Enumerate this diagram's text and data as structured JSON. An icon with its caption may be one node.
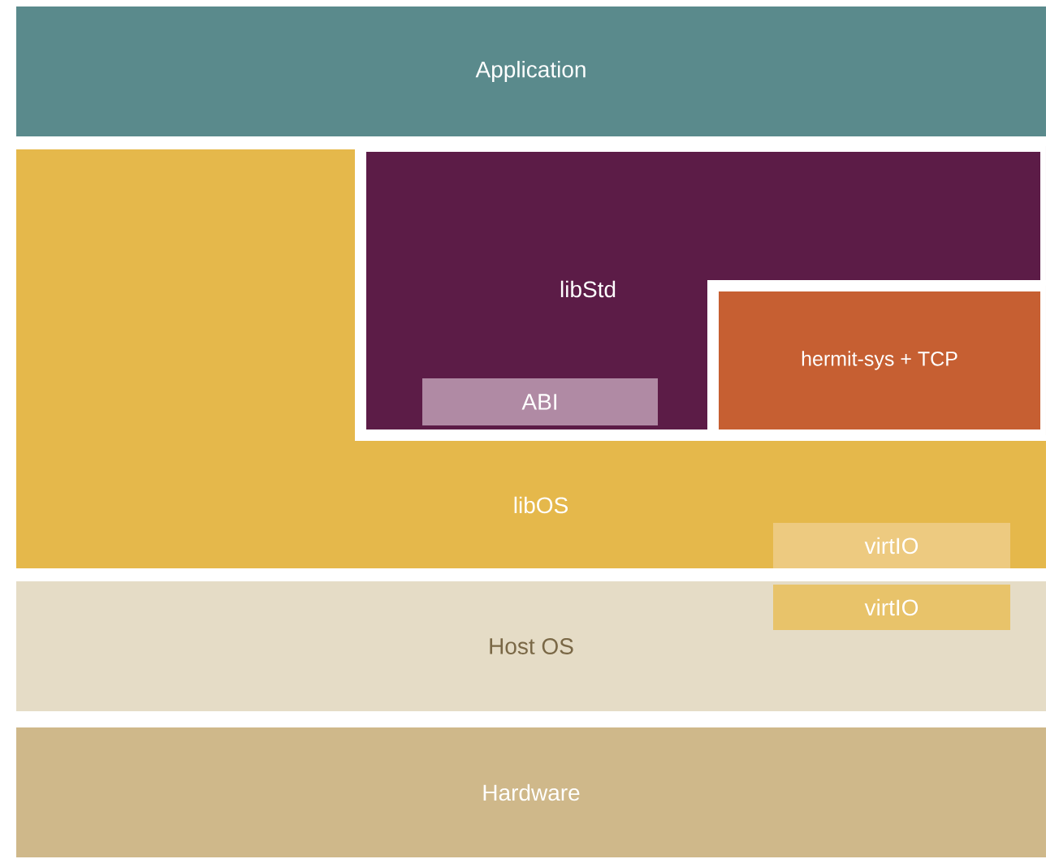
{
  "diagram": {
    "nodes": [
      {
        "text": [
          "Application"
        ]
      },
      {
        "text": [
          "libOS"
        ]
      },
      {
        "text": [
          "libStd"
        ]
      },
      {
        "text": [
          "hermit-sys + TCP"
        ],
        "in": 2
      },
      {
        "text": [
          "ABI"
        ],
        "in": 2
      },
      {
        "text": [
          "virtIO"
        ],
        "in": 1
      },
      {
        "text": [
          "Host OS"
        ]
      },
      {
        "text": [
          "virtIO"
        ],
        "in": 6
      },
      {
        "text": [
          "Hardware"
        ]
      }
    ]
  }
}
